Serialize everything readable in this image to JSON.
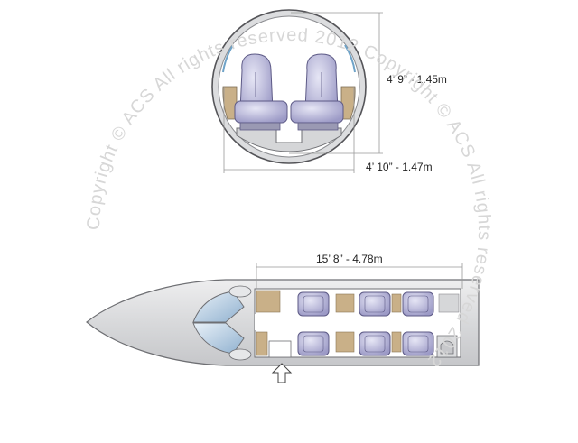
{
  "watermark": {
    "text": "Copyright © ACS All rights reserved 2012  Copyright © ACS All rights reserved 2012"
  },
  "cross_section": {
    "height_label": "4’ 9” - 1.45m",
    "width_label": "4’ 10” - 1.47m"
  },
  "floor_plan": {
    "cabin_length_label": "15’ 8” - 4.78m"
  },
  "colors": {
    "fuselage": "#d9dadc",
    "fuselage_stroke": "#6e6f73",
    "seat": "#b8b8d8",
    "seat_stroke": "#5d5a86",
    "wood": "#c9b088",
    "windshield": "#a9c1d8"
  }
}
